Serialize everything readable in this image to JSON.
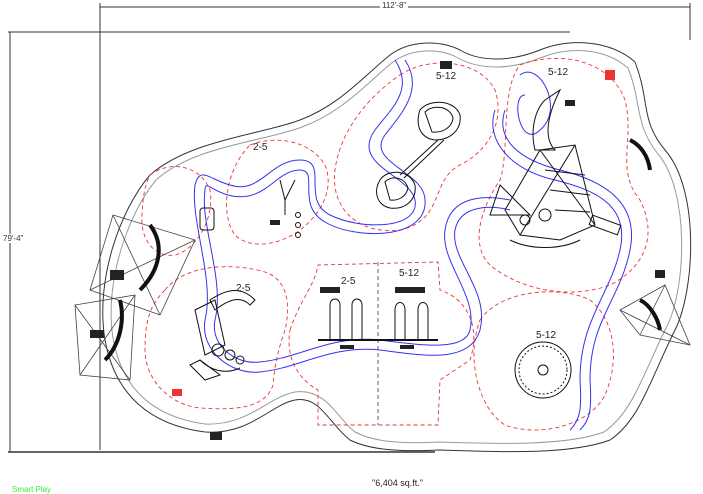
{
  "drawing": {
    "width_dimension": "112'-8\"",
    "height_dimension": "79'-4\"",
    "area_label": "\"6,404 sq.ft.\"",
    "brand_label": "Smart Play",
    "zones": [
      {
        "label": "5-12"
      },
      {
        "label": "5-12"
      },
      {
        "label": "2-5"
      },
      {
        "label": "2-5"
      },
      {
        "label": "2-5"
      },
      {
        "label": "5-12"
      },
      {
        "label": "5-12"
      }
    ]
  },
  "colors": {
    "boundary": "#333333",
    "path": "#3333ee",
    "use_zone": "#ee3333",
    "brand": "#33ee33"
  }
}
